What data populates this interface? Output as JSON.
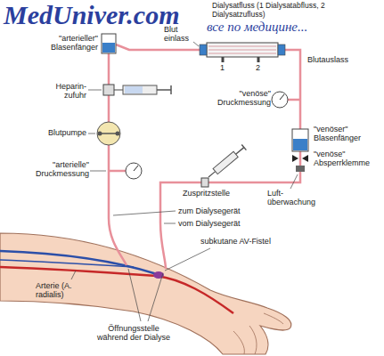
{
  "diagram": {
    "labels": [
      "MedUniver.com",
      "все по медицине...",
      "Dialysatfluss (1 Dialysatabfluss, 2 Dialysatzufluss)",
      "\"arterieller\" Blasenfänger",
      "Blut einlass",
      "1",
      "2",
      "Blutauslass",
      "Heparin-zufuhr",
      "Blutpumpe",
      "\"arterielle\" Druckmessung",
      "\"venöse\" Druckmessung",
      "\"venöser\" Blasenfänger",
      "\"venöse\" Absperrklemme",
      "Luft-überwachung",
      "Zuspritzstelle",
      "zum Dialysegerät",
      "vom Dialysegerät",
      "subkutane AV-Fistel",
      "Arterie (A. radialis)",
      "Öffnungsstelle während der Dialyse"
    ]
  }
}
